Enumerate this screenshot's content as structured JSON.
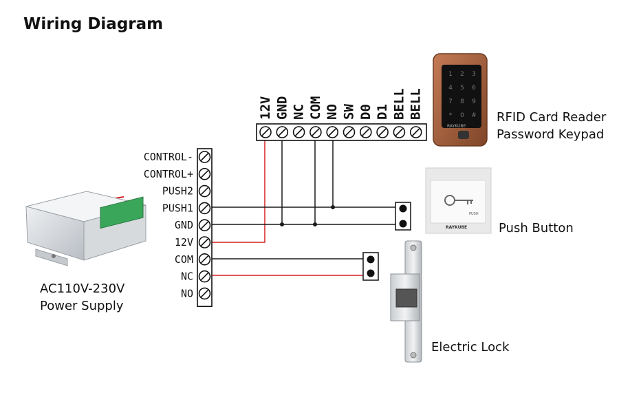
{
  "title": "Wiring Diagram",
  "power_supply": {
    "name_line1": "AC110V-230V",
    "name_line2": "Power Supply",
    "terminals": [
      "CONTROL-",
      "CONTROL+",
      "PUSH2",
      "PUSH1",
      "GND",
      "12V",
      "COM",
      "NC",
      "NO"
    ]
  },
  "reader": {
    "name_line1": "RFID Card Reader",
    "name_line2": "Password Keypad",
    "terminals": [
      "12V",
      "GND",
      "NC",
      "COM",
      "NO",
      "SW",
      "D0",
      "D1",
      "BELL",
      "BELL"
    ],
    "keys": [
      "1",
      "2",
      "3",
      "4",
      "5",
      "6",
      "7",
      "8",
      "9",
      "*",
      "0",
      "#"
    ],
    "brand": "RAYKUBE"
  },
  "push_button": {
    "name": "Push Button",
    "brand": "RAYKUBE",
    "small_text": "PUSH"
  },
  "lock": {
    "name": "Electric Lock"
  },
  "colors": {
    "wire_black": "#1a1a1a",
    "wire_red": "#d62020",
    "reader_body": "#a8623f",
    "pcb_green": "#3aa65a"
  }
}
